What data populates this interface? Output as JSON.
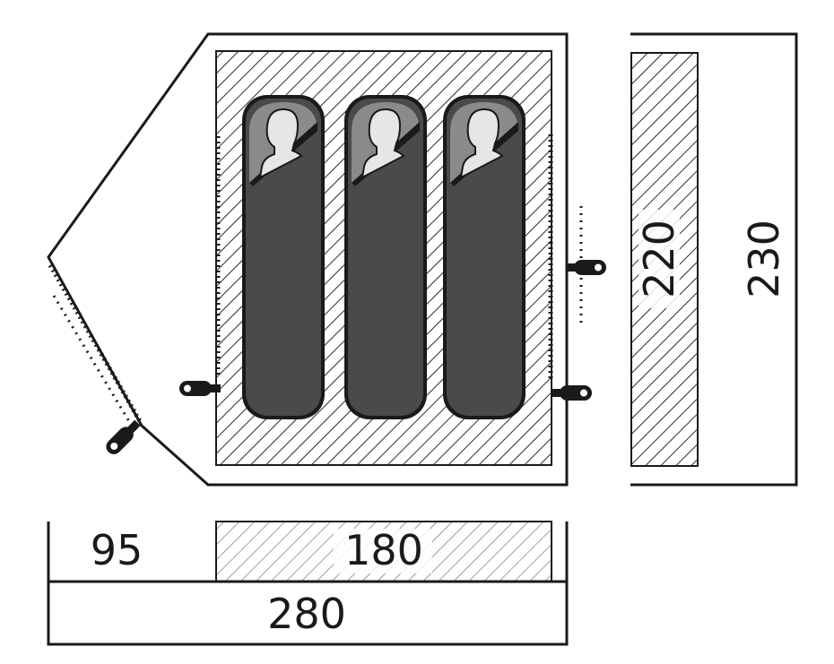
{
  "dimensions": {
    "vestibule_depth": "95",
    "inner_length": "180",
    "total_length": "280",
    "inner_width": "220",
    "total_width": "230"
  },
  "icons": {
    "sleepers": [
      "sleeping-bag-icon",
      "sleeping-bag-icon",
      "sleeping-bag-icon"
    ],
    "pegs": [
      "tent-peg-icon",
      "tent-peg-icon",
      "tent-peg-icon",
      "tent-peg-icon"
    ]
  },
  "colors": {
    "outline": "#1a1a1a",
    "sleeping_bag": "#4a4a4a",
    "hood": "#8a8a8a",
    "head": "#e6e6e6",
    "hatch": "#2b2b2b"
  }
}
